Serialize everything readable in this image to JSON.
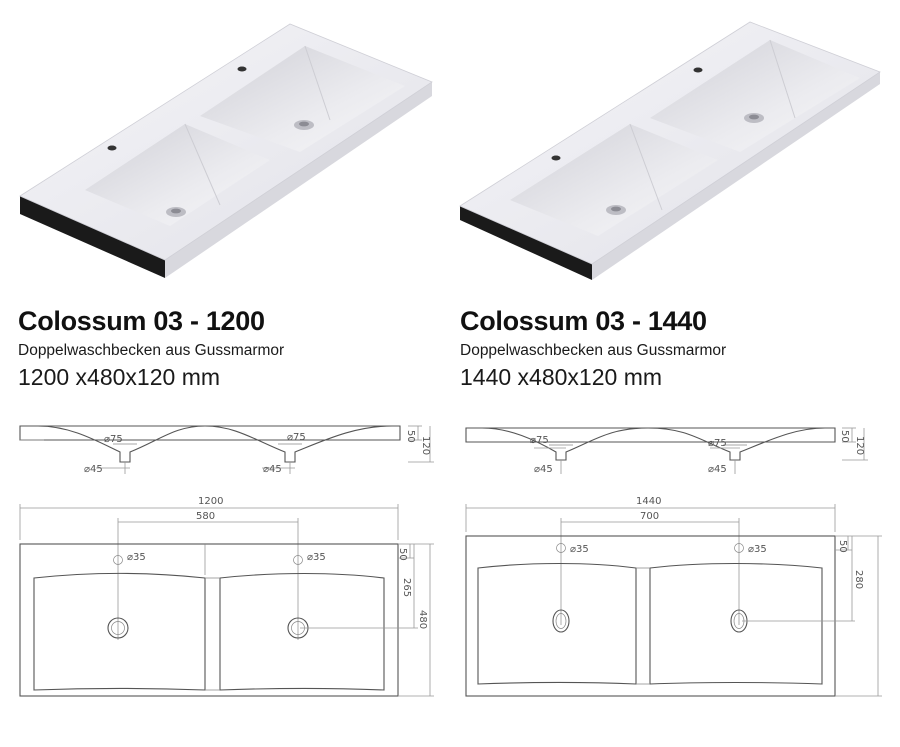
{
  "products": [
    {
      "title": "Colossum 03 - 1200",
      "subtitle": "Doppelwaschbecken aus Gussmarmor",
      "dimensions": "1200 x480x120 mm",
      "section": {
        "bowl_outlet": "⌀75",
        "drain": "⌀45",
        "rim_height": "50",
        "total_height": "120"
      },
      "plan": {
        "width": "1200",
        "drain_spacing": "580",
        "tap_hole": "⌀35",
        "rim_depth": "50",
        "drain_offset": "265",
        "depth": "480"
      }
    },
    {
      "title": "Colossum 03 - 1440",
      "subtitle": "Doppelwaschbecken aus Gussmarmor",
      "dimensions": "1440 x480x120 mm",
      "section": {
        "bowl_outlet": "⌀75",
        "drain": "⌀45",
        "rim_height": "50",
        "total_height": "120"
      },
      "plan": {
        "width": "1440",
        "drain_spacing": "700",
        "tap_hole": "⌀35",
        "rim_depth": "50",
        "drain_offset": "280"
      }
    }
  ],
  "colors": {
    "sink_surface": "#e9e9ee",
    "sink_edge": "#1a1a1a",
    "drawing_lines": "#555555"
  }
}
